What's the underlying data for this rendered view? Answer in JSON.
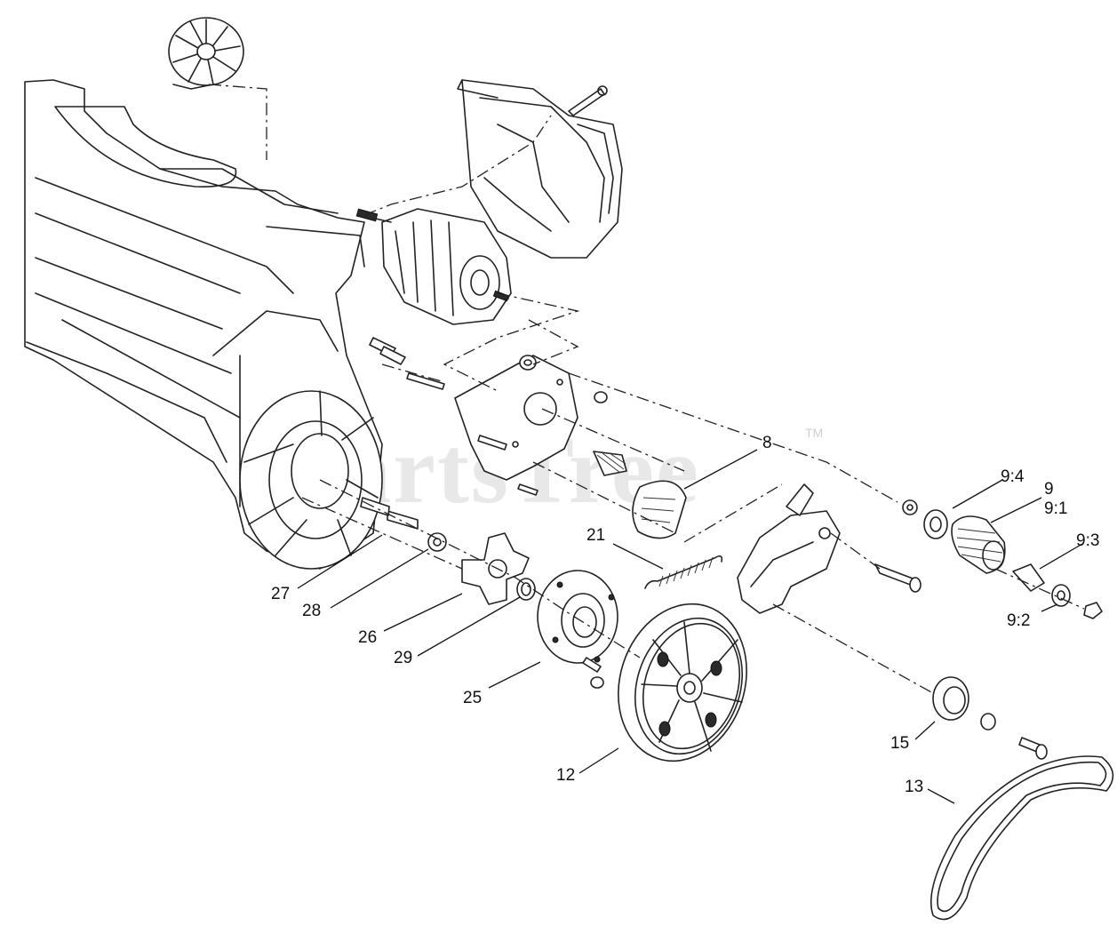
{
  "watermark": {
    "text": "PartsTree",
    "trademark": "TM"
  },
  "callouts": {
    "c8": "8",
    "c9": "9",
    "c9_1": "9:1",
    "c9_2": "9:2",
    "c9_3": "9:3",
    "c9_4": "9:4",
    "c12": "12",
    "c13": "13",
    "c15": "15",
    "c21": "21",
    "c25": "25",
    "c26": "26",
    "c27": "27",
    "c28": "28",
    "c29": "29"
  }
}
